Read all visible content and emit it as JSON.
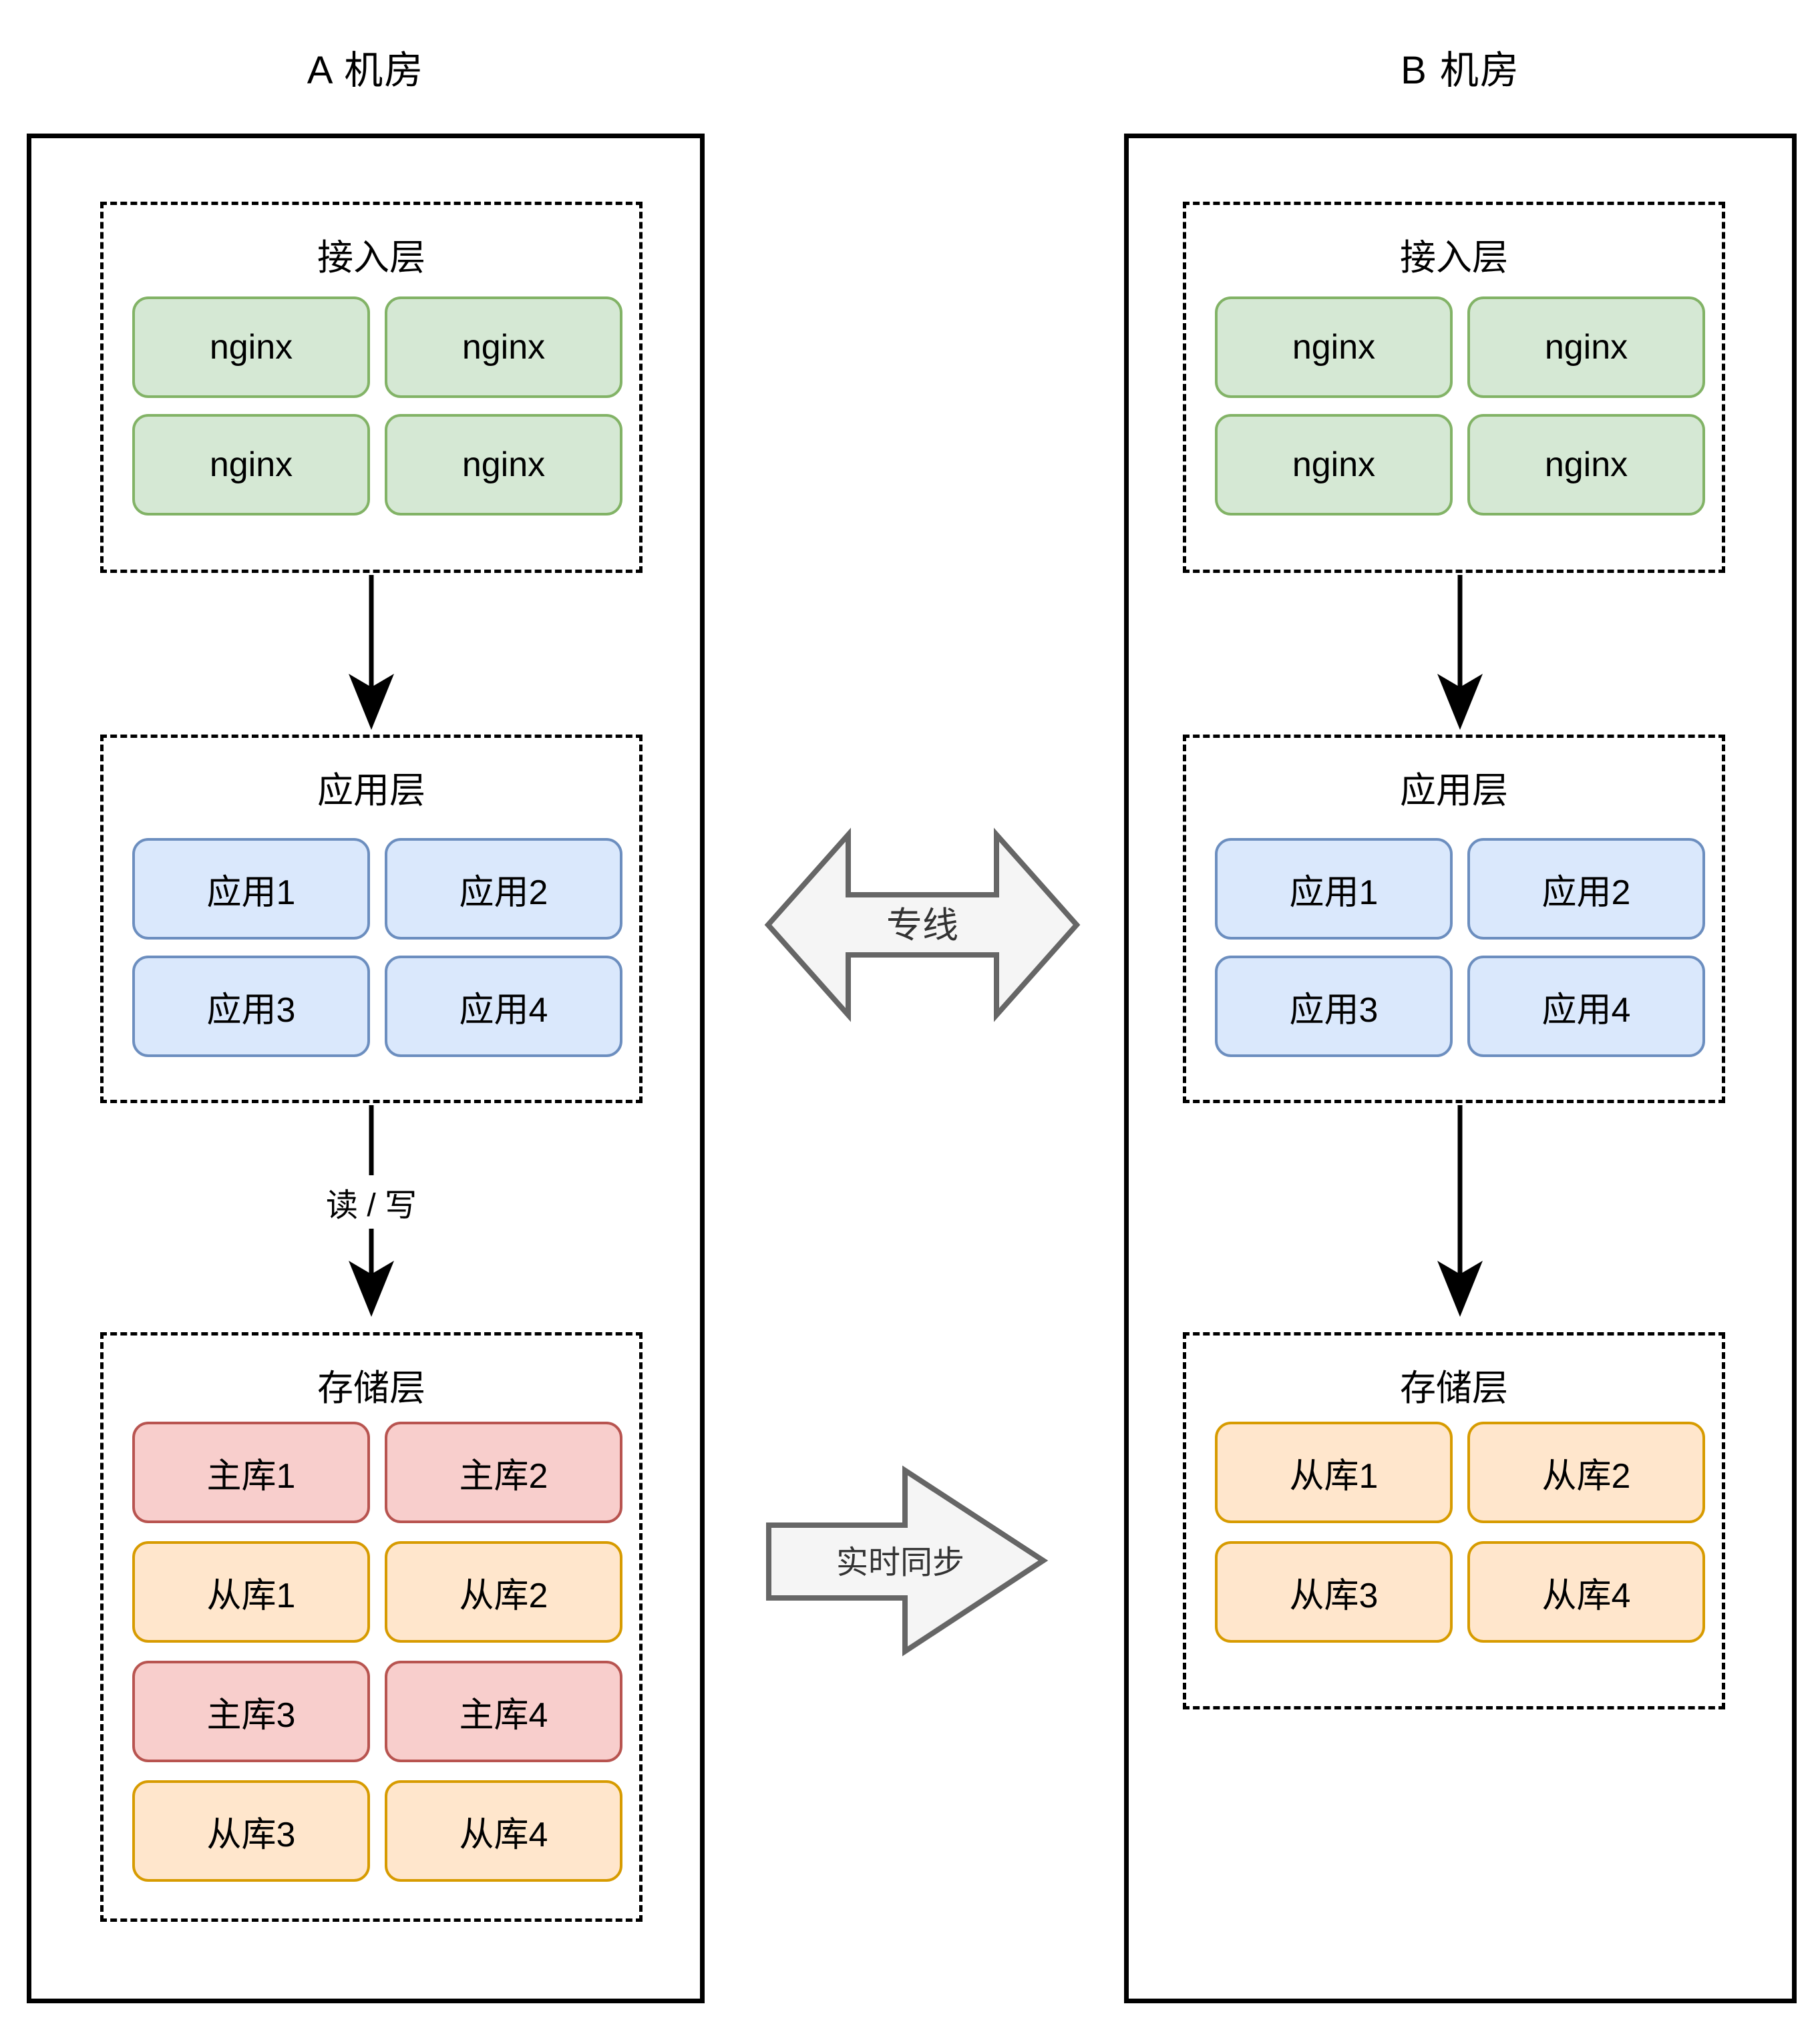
{
  "dc_a": {
    "title": "A 机房",
    "access": {
      "title": "接入层",
      "nodes": [
        "nginx",
        "nginx",
        "nginx",
        "nginx"
      ]
    },
    "app": {
      "title": "应用层",
      "nodes": [
        "应用1",
        "应用2",
        "应用3",
        "应用4"
      ]
    },
    "storage": {
      "title": "存储层",
      "nodes": [
        {
          "label": "主库1",
          "role": "master"
        },
        {
          "label": "主库2",
          "role": "master"
        },
        {
          "label": "从库1",
          "role": "slave"
        },
        {
          "label": "从库2",
          "role": "slave"
        },
        {
          "label": "主库3",
          "role": "master"
        },
        {
          "label": "主库4",
          "role": "master"
        },
        {
          "label": "从库3",
          "role": "slave"
        },
        {
          "label": "从库4",
          "role": "slave"
        }
      ]
    }
  },
  "dc_b": {
    "title": "B 机房",
    "access": {
      "title": "接入层",
      "nodes": [
        "nginx",
        "nginx",
        "nginx",
        "nginx"
      ]
    },
    "app": {
      "title": "应用层",
      "nodes": [
        "应用1",
        "应用2",
        "应用3",
        "应用4"
      ]
    },
    "storage": {
      "title": "存储层",
      "nodes": [
        {
          "label": "从库1",
          "role": "slave"
        },
        {
          "label": "从库2",
          "role": "slave"
        },
        {
          "label": "从库3",
          "role": "slave"
        },
        {
          "label": "从库4",
          "role": "slave"
        }
      ]
    }
  },
  "connectors": {
    "read_write_label": "读 / 写",
    "dedicated_line_label": "专线",
    "realtime_sync_label": "实时同步"
  },
  "colors": {
    "nginx_fill": "#d5e8d4",
    "nginx_border": "#82b366",
    "app_fill": "#dae8fc",
    "app_border": "#6c8ebf",
    "master_fill": "#f8cecc",
    "master_border": "#b85450",
    "slave_fill": "#ffe6cc",
    "slave_border": "#d79b00",
    "big_arrow_fill": "#f5f5f5",
    "big_arrow_border": "#666666",
    "line_color": "#000000"
  }
}
